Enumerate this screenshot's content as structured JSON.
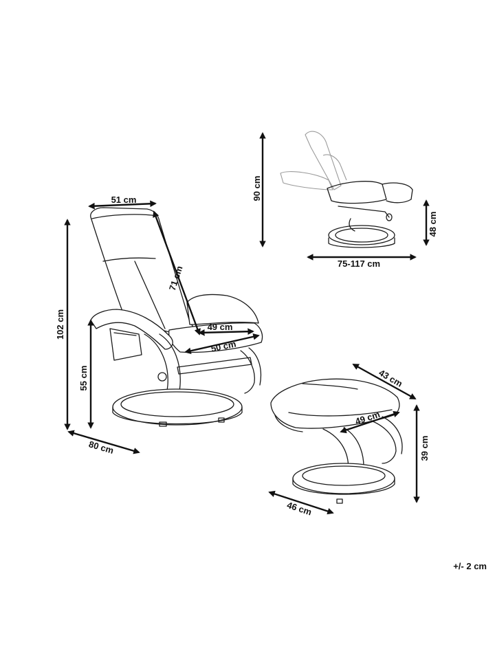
{
  "dimensions": {
    "seat_top_width": "51 cm",
    "back_diagonal": "71 cm",
    "total_height": "102 cm",
    "armrest_height": "55 cm",
    "depth_base": "80 cm",
    "seat_depth": "49 cm",
    "seat_width": "50 cm",
    "recline_height": "90 cm",
    "recline_length": "75-117 cm",
    "seat_height_recline": "48 cm",
    "ottoman_width": "43 cm",
    "ottoman_depth": "49 cm",
    "ottoman_height": "39 cm",
    "ottoman_base": "46 cm"
  },
  "tolerance": "+/- 2 cm"
}
